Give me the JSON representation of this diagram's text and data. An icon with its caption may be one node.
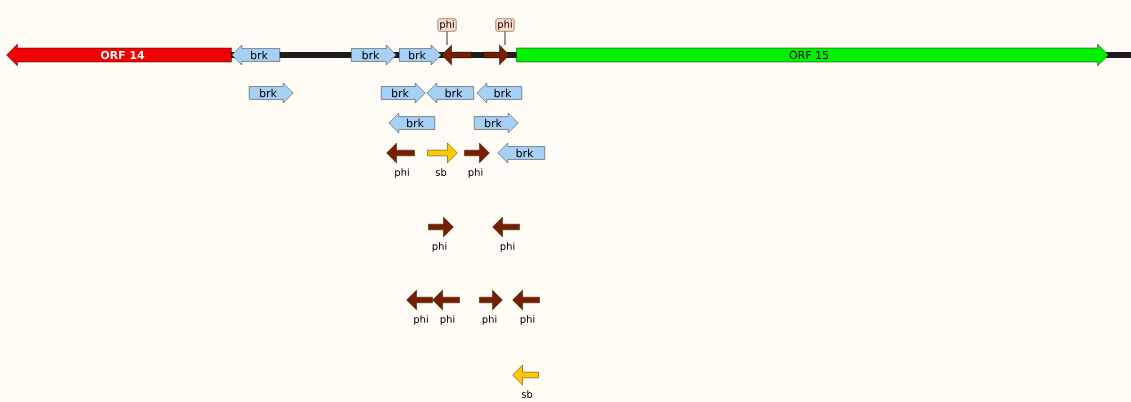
{
  "diagram": {
    "nodes": [
      {
        "text": [
          "phi"
        ]
      },
      {
        "text": [
          "phi"
        ]
      },
      {
        "text": [
          "ORF 14"
        ]
      },
      {
        "text": [
          "brk"
        ]
      },
      {
        "text": [
          "brk"
        ]
      },
      {
        "text": [
          "brk"
        ]
      },
      {
        "text": [],
        "shape": "arrow"
      },
      {
        "text": [],
        "shape": "arrow"
      },
      {
        "text": [
          "ORF 15"
        ]
      },
      {
        "text": [
          "brk"
        ]
      },
      {
        "text": [
          "brk"
        ]
      },
      {
        "text": [
          "brk"
        ]
      },
      {
        "text": [
          "brk"
        ]
      },
      {
        "text": [
          "brk"
        ]
      },
      {
        "text": [
          "brk"
        ]
      },
      {
        "text": [],
        "shape": "arrow",
        "beside": [
          "phi"
        ]
      },
      {
        "text": [],
        "shape": "arrow",
        "beside": [
          "sb"
        ]
      },
      {
        "text": [],
        "shape": "arrow",
        "beside": [
          "phi"
        ]
      },
      {
        "text": [
          "brk"
        ]
      },
      {
        "text": [],
        "shape": "arrow",
        "beside": [
          "phi"
        ]
      },
      {
        "text": [],
        "shape": "arrow",
        "beside": [
          "phi"
        ]
      },
      {
        "text": [],
        "shape": "arrow",
        "beside": [
          "phi"
        ]
      },
      {
        "text": [],
        "shape": "arrow",
        "beside": [
          "phi"
        ]
      },
      {
        "text": [],
        "shape": "arrow",
        "beside": [
          "phi"
        ]
      },
      {
        "text": [],
        "shape": "arrow",
        "beside": [
          "phi"
        ]
      },
      {
        "text": [],
        "shape": "arrow",
        "beside": [
          "sb"
        ]
      }
    ],
    "edges": [
      {
        "from": 0,
        "to": 6,
        "arrow": "none"
      },
      {
        "from": 1,
        "to": 7,
        "arrow": "none"
      }
    ]
  }
}
